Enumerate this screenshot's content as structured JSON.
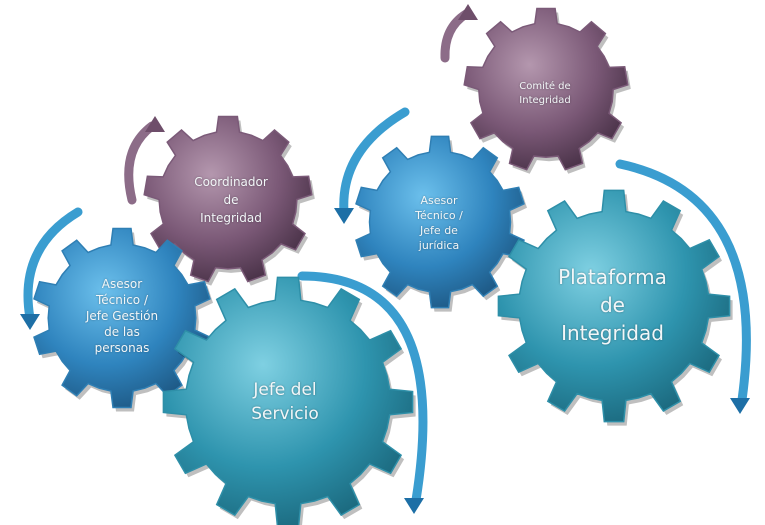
{
  "gears": [
    {
      "id": "asesor-gestion",
      "label": "Asesor\nTécnico /\nJefe Gestión\nde las\npersonas",
      "color": "#2f7fb4"
    },
    {
      "id": "coordinador",
      "label": "Coordinador\nde\nIntegridad",
      "color": "#7b5a78"
    },
    {
      "id": "asesor-juridica",
      "label": "Asesor\nTécnico /\nJefe de\njurídica",
      "color": "#2f7fb4"
    },
    {
      "id": "comite",
      "label": "Comité de\nIntegridad",
      "color": "#7b5a78"
    },
    {
      "id": "jefe",
      "label": "Jefe del\nServicio",
      "color": "#2e8fa8"
    },
    {
      "id": "plataforma",
      "label": "Plataforma\nde\nIntegridad",
      "color": "#2e8fa8"
    }
  ]
}
